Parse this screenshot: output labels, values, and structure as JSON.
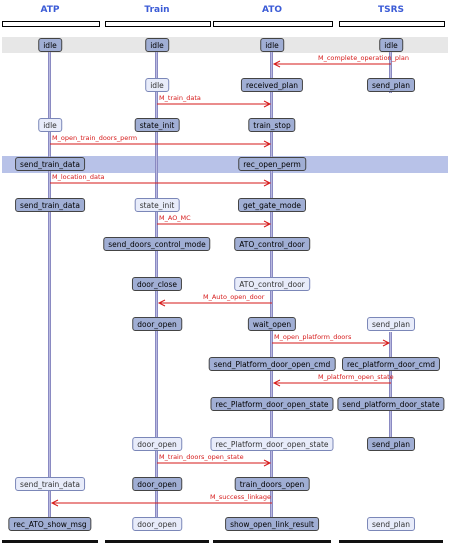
{
  "columns": [
    {
      "id": "atp",
      "label": "ATP"
    },
    {
      "id": "train",
      "label": "Train"
    },
    {
      "id": "ato",
      "label": "ATO"
    },
    {
      "id": "tsrs",
      "label": "TSRS"
    }
  ],
  "states": [
    {
      "lane": "atp",
      "row": 0,
      "label": "idle",
      "style": "active"
    },
    {
      "lane": "train",
      "row": 0,
      "label": "idle",
      "style": "active"
    },
    {
      "lane": "ato",
      "row": 0,
      "label": "idle",
      "style": "active"
    },
    {
      "lane": "tsrs",
      "row": 0,
      "label": "idle",
      "style": "active"
    },
    {
      "lane": "train",
      "row": 1,
      "label": "idle",
      "style": "passive"
    },
    {
      "lane": "ato",
      "row": 1,
      "label": "received_plan",
      "style": "active"
    },
    {
      "lane": "tsrs",
      "row": 1,
      "label": "send_plan",
      "style": "active"
    },
    {
      "lane": "atp",
      "row": 2,
      "label": "idle",
      "style": "passive"
    },
    {
      "lane": "train",
      "row": 2,
      "label": "state_init",
      "style": "active"
    },
    {
      "lane": "ato",
      "row": 2,
      "label": "train_stop",
      "style": "active"
    },
    {
      "lane": "atp",
      "row": 3,
      "label": "send_train_data",
      "style": "active"
    },
    {
      "lane": "ato",
      "row": 3,
      "label": "rec_open_perm",
      "style": "active"
    },
    {
      "lane": "atp",
      "row": 4,
      "label": "send_train_data",
      "style": "active"
    },
    {
      "lane": "train",
      "row": 4,
      "label": "state_init",
      "style": "passive"
    },
    {
      "lane": "ato",
      "row": 4,
      "label": "get_gate_mode",
      "style": "active"
    },
    {
      "lane": "train",
      "row": 5,
      "label": "send_doors_control_mode",
      "style": "active"
    },
    {
      "lane": "ato",
      "row": 5,
      "label": "ATO_control_door",
      "style": "active"
    },
    {
      "lane": "train",
      "row": 6,
      "label": "door_close",
      "style": "active"
    },
    {
      "lane": "ato",
      "row": 6,
      "label": "ATO_control_door",
      "style": "passive"
    },
    {
      "lane": "train",
      "row": 7,
      "label": "door_open",
      "style": "active"
    },
    {
      "lane": "ato",
      "row": 7,
      "label": "wait_open",
      "style": "active"
    },
    {
      "lane": "tsrs",
      "row": 7,
      "label": "send_plan",
      "style": "passive"
    },
    {
      "lane": "ato",
      "row": 8,
      "label": "send_Platform_door_open_cmd",
      "style": "active"
    },
    {
      "lane": "tsrs",
      "row": 8,
      "label": "rec_platform_door_cmd",
      "style": "active"
    },
    {
      "lane": "ato",
      "row": 9,
      "label": "rec_Platform_door_open_state",
      "style": "active"
    },
    {
      "lane": "tsrs",
      "row": 9,
      "label": "send_platform_door_state",
      "style": "active"
    },
    {
      "lane": "train",
      "row": 10,
      "label": "door_open",
      "style": "passive"
    },
    {
      "lane": "ato",
      "row": 10,
      "label": "rec_Platform_door_open_state",
      "style": "passive"
    },
    {
      "lane": "tsrs",
      "row": 10,
      "label": "send_plan",
      "style": "active"
    },
    {
      "lane": "atp",
      "row": 11,
      "label": "send_train_data",
      "style": "passive"
    },
    {
      "lane": "train",
      "row": 11,
      "label": "door_open",
      "style": "active"
    },
    {
      "lane": "ato",
      "row": 11,
      "label": "train_doors_open",
      "style": "active"
    },
    {
      "lane": "atp",
      "row": 12,
      "label": "rec_ATO_show_msg",
      "style": "active"
    },
    {
      "lane": "train",
      "row": 12,
      "label": "door_open",
      "style": "passive"
    },
    {
      "lane": "ato",
      "row": 12,
      "label": "show_open_link_result",
      "style": "active"
    },
    {
      "lane": "tsrs",
      "row": 12,
      "label": "send_plan",
      "style": "passive"
    }
  ],
  "messages": [
    {
      "from": "tsrs",
      "to": "ato",
      "after_row": 0,
      "label": "M_complete_operation_plan"
    },
    {
      "from": "train",
      "to": "ato",
      "after_row": 1,
      "label": "M_train_data"
    },
    {
      "from": "atp",
      "to": "ato",
      "after_row": 2,
      "label": "M_open_train_doors_perm"
    },
    {
      "from": "atp",
      "to": "ato",
      "after_row": 3,
      "label": "M_location_data"
    },
    {
      "from": "train",
      "to": "ato",
      "after_row": 4,
      "label": "M_AO_MC"
    },
    {
      "from": "ato",
      "to": "train",
      "after_row": 6,
      "label": "M_Auto_open_door"
    },
    {
      "from": "ato",
      "to": "tsrs",
      "after_row": 7,
      "label": "M_open_platform_doors"
    },
    {
      "from": "tsrs",
      "to": "ato",
      "after_row": 8,
      "label": "M_platform_open_state"
    },
    {
      "from": "train",
      "to": "ato",
      "after_row": 10,
      "label": "M_train_doors_open_state"
    },
    {
      "from": "ato",
      "to": "atp",
      "after_row": 11,
      "label": "M_success_linkage"
    }
  ]
}
